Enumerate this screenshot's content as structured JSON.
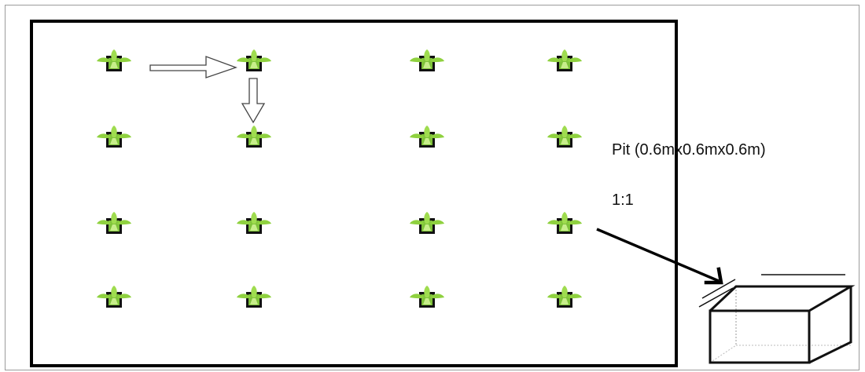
{
  "labels": {
    "pit": "Pit (0.6mx0.6mx0.6m)",
    "ratio": "1:1"
  },
  "grid": {
    "rows": 4,
    "columns": 4
  },
  "icons": {
    "plant": "plant-seedling-in-pit-icon",
    "arrow": "hollow-arrow-icon",
    "pit": "pit-box-icon"
  },
  "colors": {
    "leaf": "#8fd13f",
    "leaf_light": "#c7ee8a",
    "pit_outline": "#111111",
    "frame": "#000000"
  }
}
